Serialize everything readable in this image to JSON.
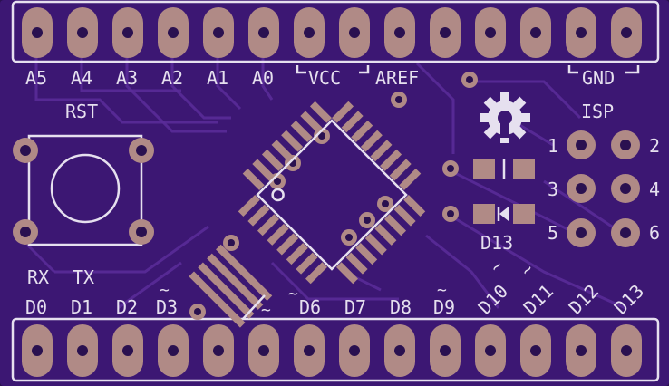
{
  "board": {
    "colors": {
      "pcb": "#3c1773",
      "pcb_dark": "#2a1150",
      "copper": "#b08a86",
      "silkscreen": "#e6e0ef",
      "trace": "#5b2d9a"
    },
    "top_header": {
      "labels": [
        "A5",
        "A4",
        "A3",
        "A2",
        "A1",
        "A0",
        "VCC",
        "AREF",
        "GND"
      ]
    },
    "bottom_header": {
      "labels": [
        "D0",
        "D1",
        "D2",
        "D3",
        "D6",
        "D7",
        "D8",
        "D9",
        "D10",
        "D11",
        "D12",
        "D13"
      ],
      "serial_labels": [
        "RX",
        "TX"
      ],
      "pwm_marker": "~"
    },
    "reset_button": {
      "label": "RST"
    },
    "isp": {
      "title": "ISP",
      "pins": [
        "1",
        "2",
        "3",
        "4",
        "5",
        "6"
      ]
    },
    "led": {
      "label": "D13"
    },
    "icons": {
      "logo": "open-source-hardware-gear-icon"
    }
  }
}
